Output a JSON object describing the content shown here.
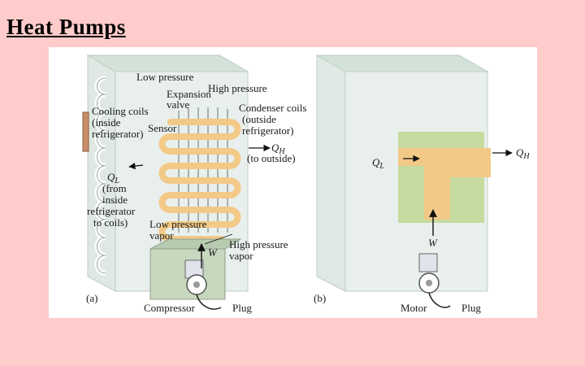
{
  "slide": {
    "title": "Heat Pumps"
  },
  "panel_a": {
    "tag": "(a)",
    "labels": {
      "low_pressure": "Low pressure",
      "high_pressure": "High pressure",
      "expansion_valve_1": "Expansion",
      "expansion_valve_2": "valve",
      "cooling_coils_1": "Cooling coils",
      "cooling_coils_2": "(inside",
      "cooling_coils_3": "refrigerator)",
      "sensor": "Sensor",
      "condenser_1": "Condenser coils",
      "condenser_2": "(outside",
      "condenser_3": "refrigerator)",
      "qh_sym": "Q",
      "qh_sub": "H",
      "to_outside": "(to outside)",
      "ql_sym": "Q",
      "ql_sub": "L",
      "from_1": "(from",
      "from_2": "inside",
      "from_3": "refrigerator",
      "from_4": "to coils)",
      "lp_vapor_1": "Low pressure",
      "lp_vapor_2": "vapor",
      "hp_vapor_1": "High pressure",
      "hp_vapor_2": "vapor",
      "work": "W",
      "compressor": "Compressor",
      "plug": "Plug"
    }
  },
  "panel_b": {
    "tag": "(b)",
    "labels": {
      "ql_sym": "Q",
      "ql_sub": "L",
      "qh_sym": "Q",
      "qh_sub": "H",
      "work": "W",
      "motor": "Motor",
      "plug": "Plug"
    }
  },
  "colors": {
    "background": "#ffcccc",
    "coil": "#f2c987",
    "box_front": "#e6ece9",
    "box_top": "#cfe0d6",
    "green_panel": "#c6dba0"
  }
}
